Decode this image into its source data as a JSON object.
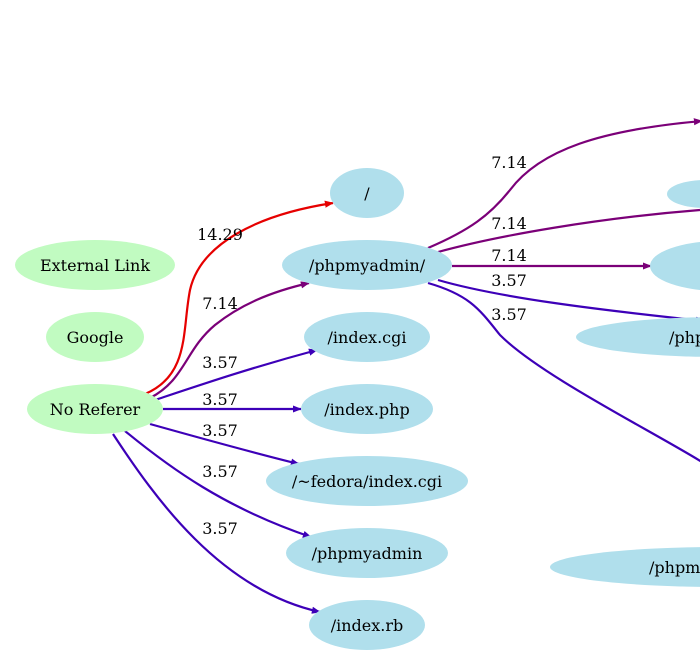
{
  "colors": {
    "referrer_fill": "#c1fbc1",
    "page_fill": "#b0dfec",
    "edge_red": "#e60000",
    "edge_purple": "#7b0078",
    "edge_blue": "#3d00b8"
  },
  "nodes": {
    "external_link": "External Link",
    "google": "Google",
    "no_referer": "No Referer",
    "root": "/",
    "phpmyadmin_slash": "/phpmyadmin/",
    "index_cgi": "/index.cgi",
    "index_php": "/index.php",
    "fedora_index_cgi": "/~fedora/index.cgi",
    "phpmyadmin": "/phpmyadmin",
    "index_rb": "/index.rb",
    "partial_php": "/php",
    "partial_phpmy": "/phpmy"
  },
  "edge_labels": {
    "noref_root": "14.29",
    "noref_phpmyadmin_slash": "7.14",
    "noref_index_cgi": "3.57",
    "noref_index_php": "3.57",
    "noref_fedora": "3.57",
    "noref_phpmyadmin": "3.57",
    "noref_index_rb": "3.57",
    "pma_out_1": "7.14",
    "pma_out_2": "7.14",
    "pma_out_3": "7.14",
    "pma_out_4": "3.57",
    "pma_out_5": "3.57"
  }
}
